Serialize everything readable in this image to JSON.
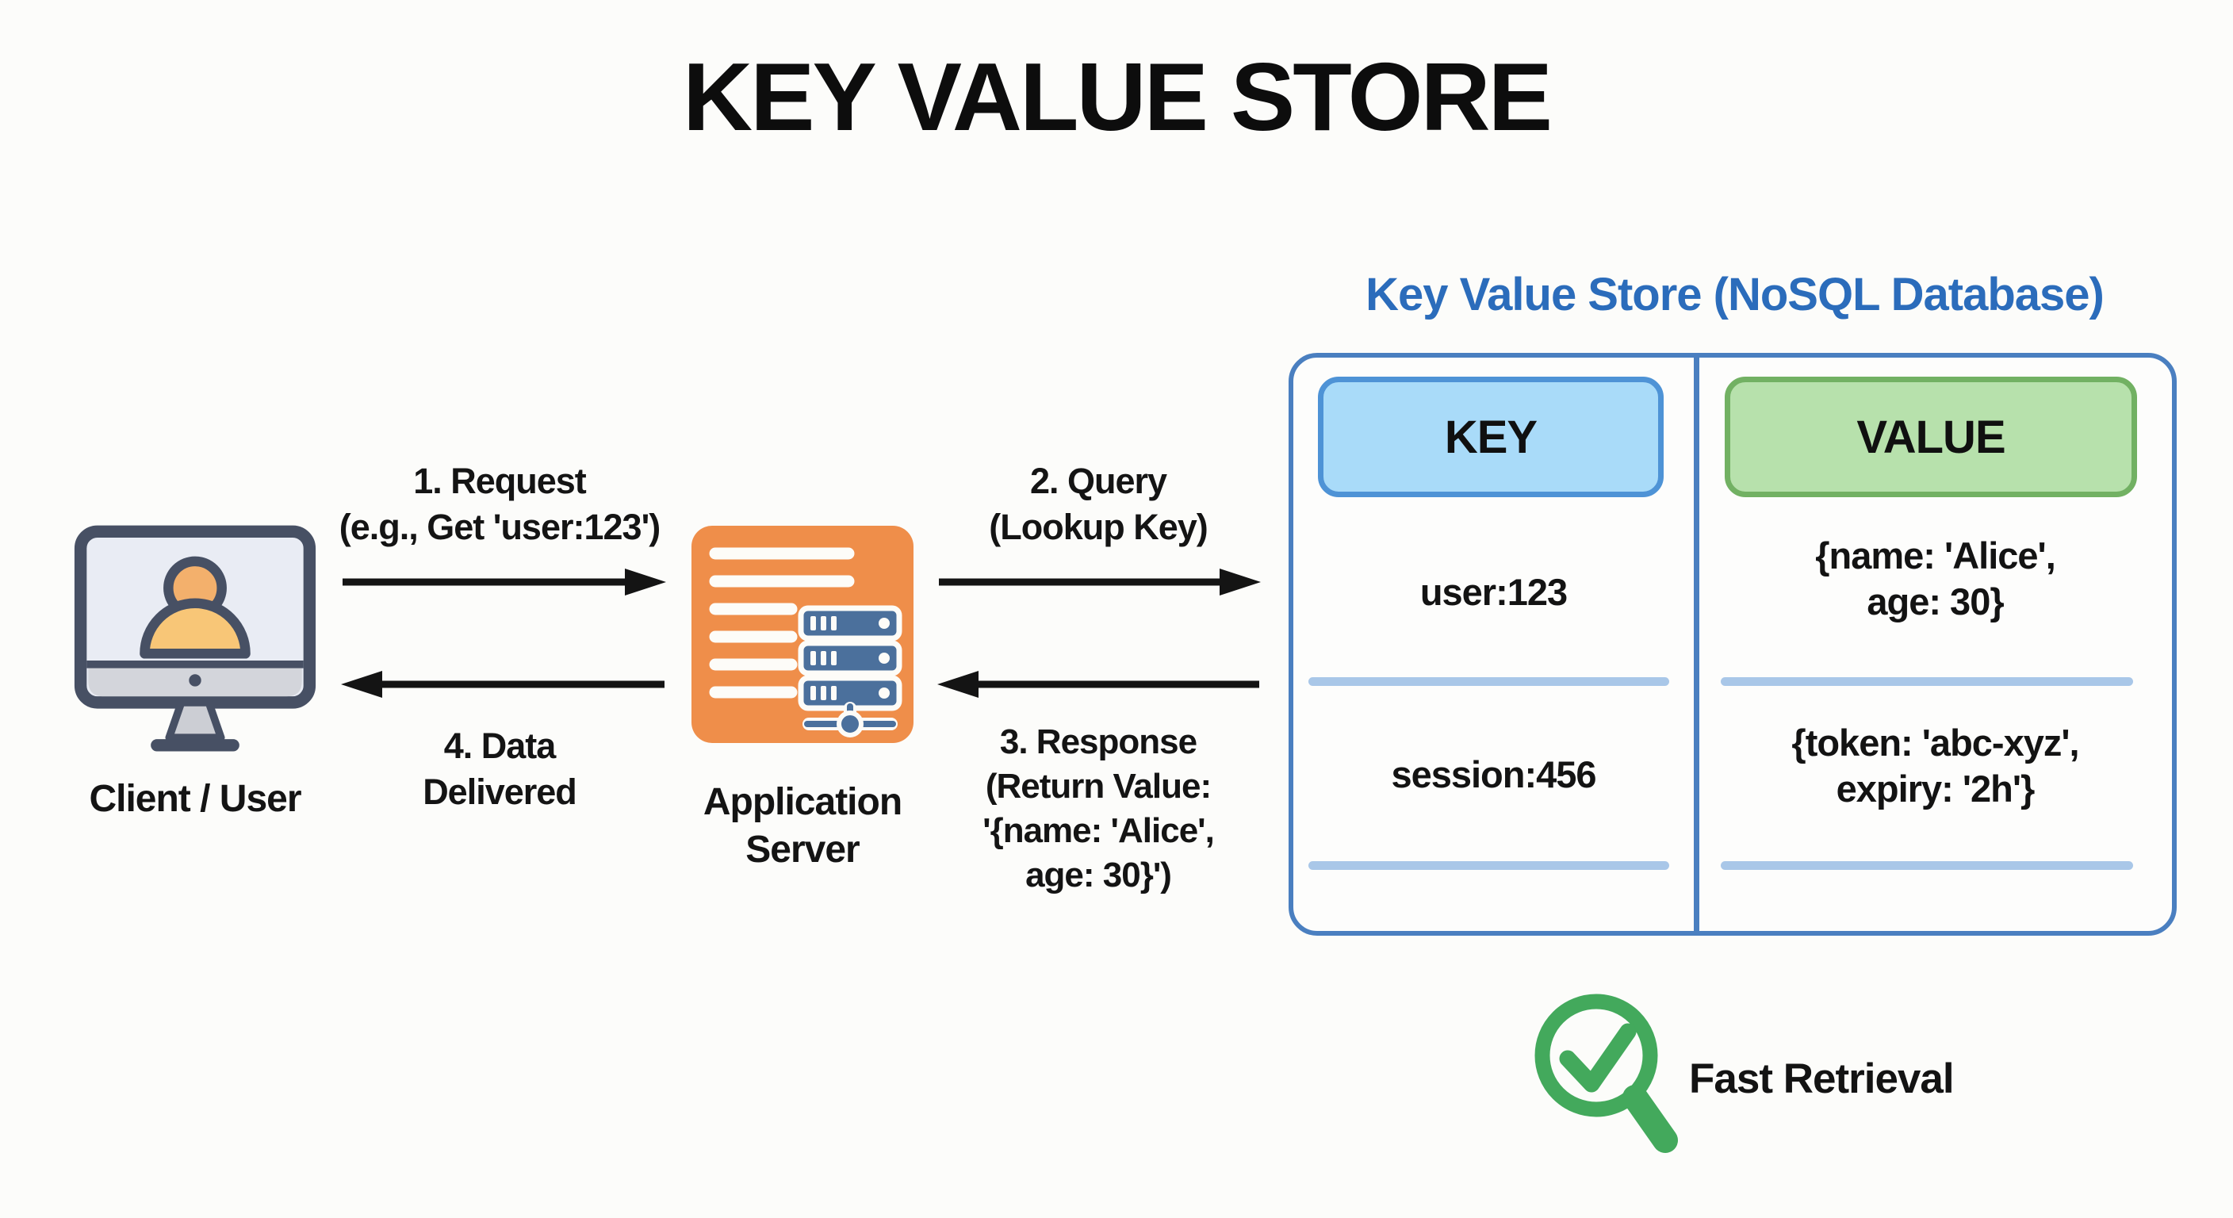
{
  "title": "KEY VALUE STORE",
  "client": {
    "label": "Client / User"
  },
  "application_server": {
    "label_lines": [
      "Application",
      "Server"
    ]
  },
  "flows": {
    "request": {
      "lines": [
        "1. Request",
        "(e.g., Get 'user:123')"
      ]
    },
    "query": {
      "lines": [
        "2. Query",
        "(Lookup Key)"
      ]
    },
    "response": {
      "lines": [
        "3. Response",
        "(Return Value:",
        "'{name: 'Alice',",
        "age: 30}')"
      ]
    },
    "data_delivered": {
      "lines": [
        "4. Data",
        "Delivered"
      ]
    }
  },
  "store": {
    "heading": "Key Value Store (NoSQL Database)",
    "key_header": "KEY",
    "value_header": "VALUE",
    "rows": [
      {
        "key": "user:123",
        "value_lines": [
          "{name: 'Alice',",
          "age: 30}"
        ]
      },
      {
        "key": "session:456",
        "value_lines": [
          "{token: 'abc-xyz',",
          "expiry: '2h'}"
        ]
      }
    ]
  },
  "footer": {
    "fast_retrieval_label": "Fast Retrieval"
  },
  "colors": {
    "background": "#fcfcfa",
    "ink": "#131313",
    "store_heading_blue": "#2b6cbb",
    "store_border_blue": "#4a7fc0",
    "key_header_fill": "#a9dbf9",
    "key_header_border": "#4e93d6",
    "value_header_fill": "#b7e1ac",
    "value_header_border": "#72b163",
    "row_divider_blue": "#a9c7e8",
    "app_server_orange": "#ef8e4a",
    "server_rack_blue": "#4b709c",
    "monitor_slate": "#475064",
    "person_head_orange": "#f3b06c",
    "person_body_amber": "#f8c677",
    "fast_retrieval_green": "#43a95c"
  }
}
